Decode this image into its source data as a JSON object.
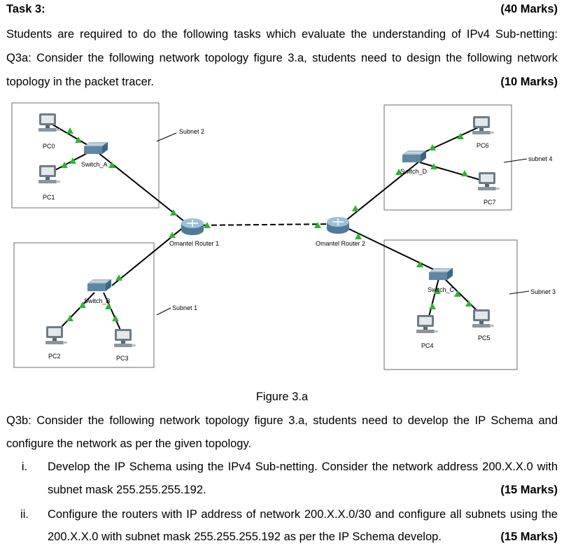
{
  "task": {
    "title": "Task 3:",
    "marks": "(40 Marks)"
  },
  "intro": "Students are required to do the following tasks which evaluate the understanding of IPv4 Sub-netting:",
  "q3a": {
    "line1": "Q3a: Consider the following network topology figure 3.a, students need to design the following network",
    "line2": "topology in the packet tracer.",
    "marks": "(10 Marks)"
  },
  "figure": {
    "caption": "Figure 3.a",
    "pcs": [
      "PC0",
      "PC1",
      "PC2",
      "PC3",
      "PC4",
      "PC5",
      "PC6",
      "PC7"
    ],
    "switches": [
      "Switch_A",
      "Switch_B",
      "Switch_C",
      "Switch_D"
    ],
    "routers": [
      "Omantel Router 1",
      "Omantel Router 2"
    ],
    "subnets": [
      "Subnet 1",
      "Subnet 2",
      "Subnet 3",
      "subnet 4"
    ],
    "colors": {
      "link_up": "#2fb52f",
      "cable": "#000000",
      "box_border": "#6b6b6b",
      "router": "#7fa7c4"
    }
  },
  "q3b": {
    "line1": "Q3b: Consider the following network topology figure 3.a, students need to develop the IP Schema and",
    "line2": "configure the network as per the given topology.",
    "items": [
      {
        "num": "i.",
        "line1": "Develop the IP Schema using the IPv4 Sub-netting.  Consider the network address 200.X.X.0 with",
        "line2": "subnet mask 255.255.255.192.",
        "marks": "(15 Marks)"
      },
      {
        "num": "ii.",
        "line1": "Configure the routers with IP address of network 200.X.X.0/30 and configure all subnets using the",
        "line2": "200.X.X.0 with subnet mask 255.255.255.192 as per the IP Schema develop.",
        "marks": "(15 Marks)"
      }
    ]
  }
}
